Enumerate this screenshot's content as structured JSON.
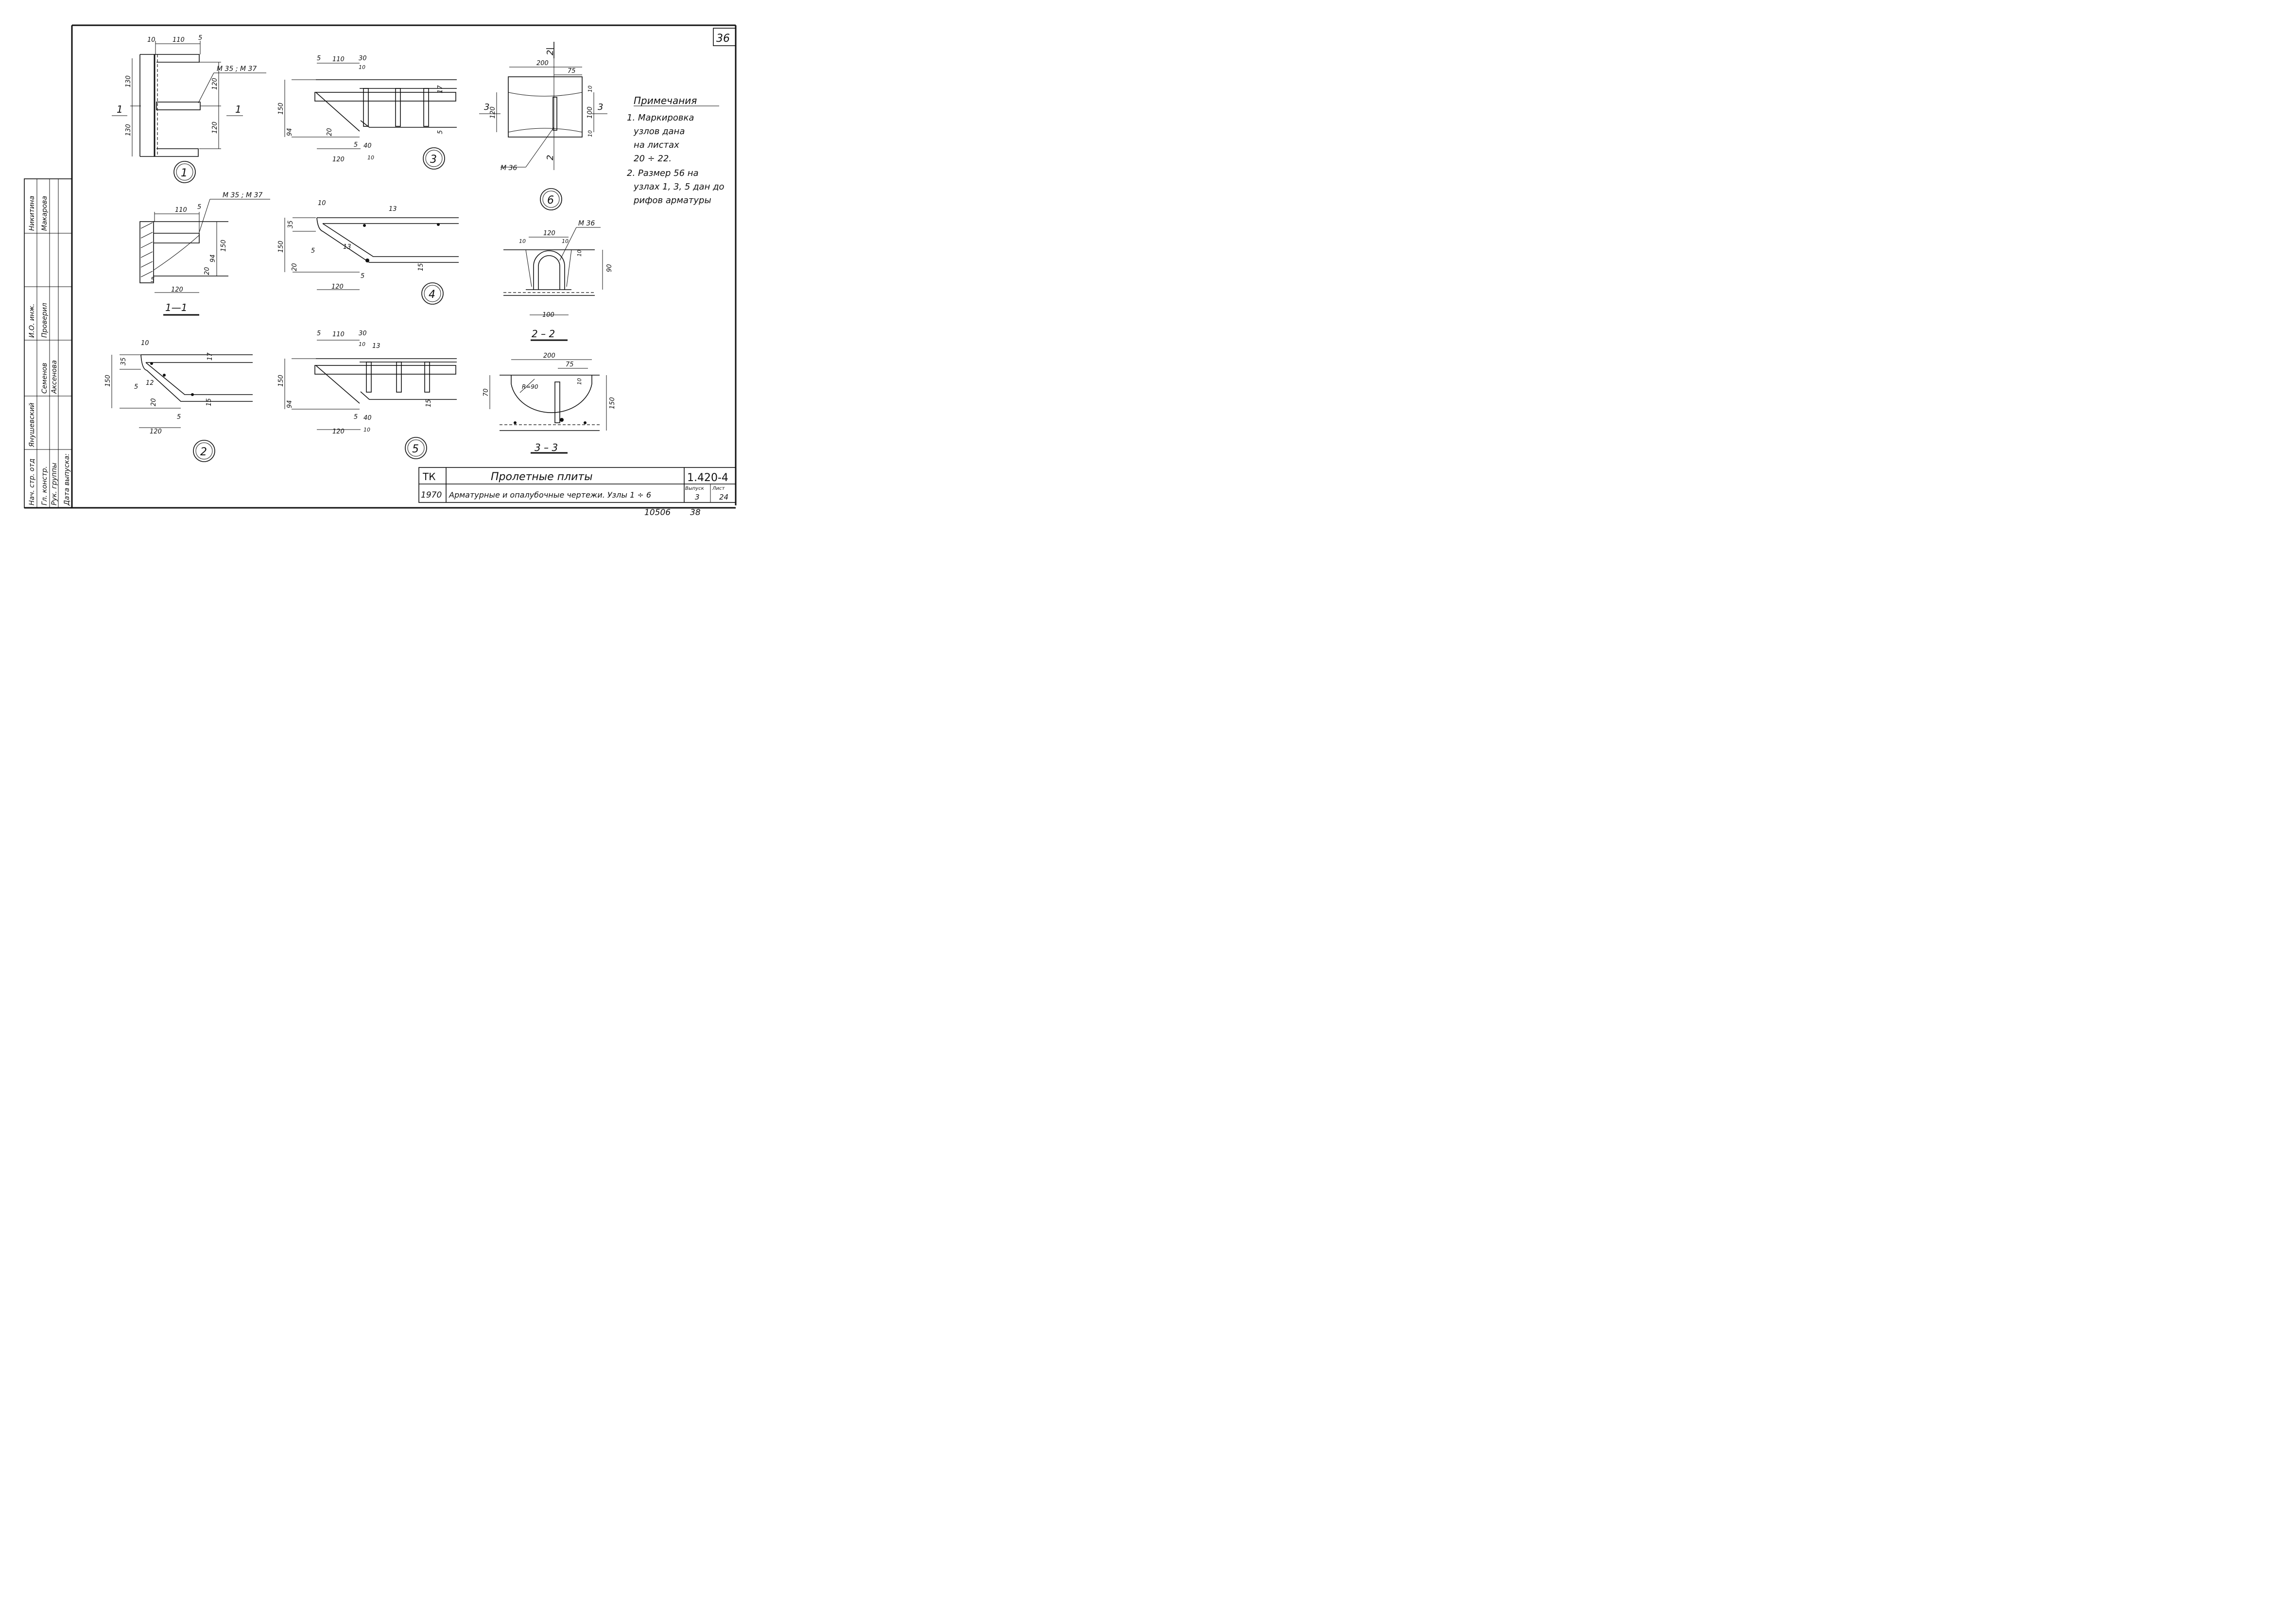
{
  "sheet_number": "36",
  "title_block": {
    "org": "ТК",
    "year": "1970",
    "title": "Пролетные плиты",
    "subtitle": "Арматурные и опалубочные чертежи. Узлы 1 ÷ 6",
    "code": "1.420-4",
    "issue_label": "Выпуск",
    "issue": "3",
    "sheet_label": "Лист",
    "sheet": "24",
    "archive": "10506",
    "archive_sheet": "38"
  },
  "notes": {
    "heading": "Примечания",
    "lines": [
      "1. Маркировка",
      "узлов дана",
      "на листах",
      "20 ÷ 22.",
      "2. Размер 56 на",
      "узлах 1, 3, 5 дан до",
      "рифов арматуры"
    ]
  },
  "stamp": {
    "rows": [
      [
        "Нач. стр. отд",
        "Янушевский"
      ],
      [
        "Гл. констр.",
        "Семенов"
      ],
      [
        "Рук. группы",
        "Аксенова"
      ],
      [
        "И.О. инж.",
        "Никитина"
      ],
      [
        "Проверил",
        "Макарова"
      ]
    ],
    "release_date": "Дата выпуска:"
  },
  "nodes": {
    "n1": "1",
    "n2": "2",
    "n3": "3",
    "n4": "4",
    "n5": "5",
    "n6": "6"
  },
  "sections": {
    "s11": "1—1",
    "s22": "2 – 2",
    "s33": "3 – 3"
  },
  "labels": {
    "m35m37": "М 35 ; М 37",
    "m36": "М 36",
    "sec1": "1",
    "sec2": "2",
    "sec3": "3",
    "r90": "R=90"
  },
  "dims": {
    "d5": "5",
    "d10": "10",
    "d13": "13",
    "d15": "15",
    "d17": "17",
    "d20": "20",
    "d30": "30",
    "d35": "35",
    "d40": "40",
    "d70": "70",
    "d75": "75",
    "d90": "90",
    "d94": "94",
    "d100": "100",
    "d110": "110",
    "d120": "120",
    "d130": "130",
    "d150": "150",
    "d200": "200"
  }
}
